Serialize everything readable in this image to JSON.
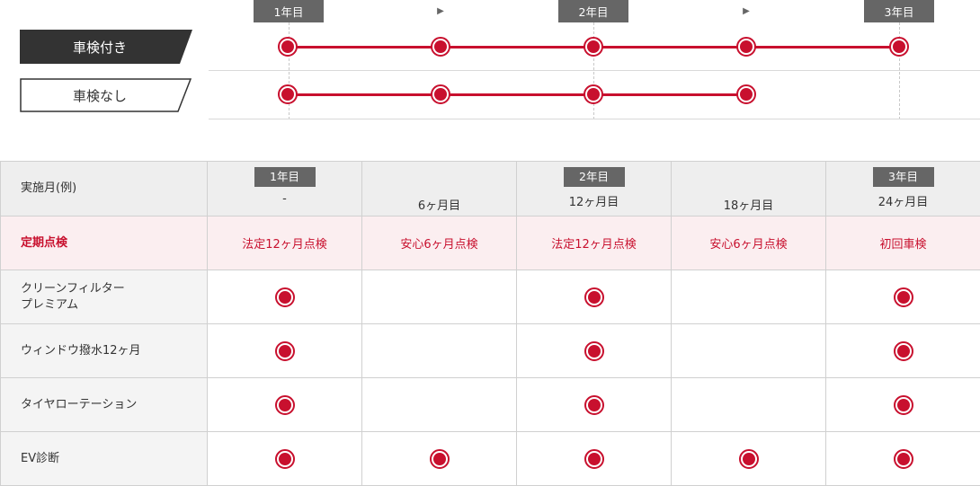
{
  "timeline": {
    "badges": [
      "1年目",
      "2年目",
      "3年目"
    ],
    "arrow_glyph": "▶",
    "rows": [
      {
        "label": "車検付き",
        "style": "filled",
        "stops": 5
      },
      {
        "label": "車検なし",
        "style": "outline",
        "stops": 4
      }
    ]
  },
  "table": {
    "header_label": "実施月(例)",
    "columns": [
      {
        "badge": "1年目",
        "month": "-"
      },
      {
        "badge": "",
        "month": "6ヶ月目"
      },
      {
        "badge": "2年目",
        "month": "12ヶ月目"
      },
      {
        "badge": "",
        "month": "18ヶ月目"
      },
      {
        "badge": "3年目",
        "month": "24ヶ月目"
      }
    ],
    "inspection": {
      "label": "定期点検",
      "values": [
        "法定12ヶ月点検",
        "安心6ヶ月点検",
        "法定12ヶ月点検",
        "安心6ヶ月点検",
        "初回車検"
      ]
    },
    "items": [
      {
        "label_lines": [
          "クリーンフィルター",
          "プレミアム"
        ],
        "marks": [
          true,
          false,
          true,
          false,
          true
        ]
      },
      {
        "label_lines": [
          "ウィンドウ撥水12ヶ月"
        ],
        "marks": [
          true,
          false,
          true,
          false,
          true
        ]
      },
      {
        "label_lines": [
          "タイヤローテーション"
        ],
        "marks": [
          true,
          false,
          true,
          false,
          true
        ]
      },
      {
        "label_lines": [
          "EV診断"
        ],
        "marks": [
          true,
          true,
          true,
          true,
          true
        ]
      }
    ]
  },
  "colors": {
    "accent": "#c8102e",
    "badge": "#666666",
    "header_bg": "#eeeeee",
    "inspection_bg": "#fbeef0",
    "label_bg": "#f4f4f4",
    "label_dark": "#333333"
  }
}
